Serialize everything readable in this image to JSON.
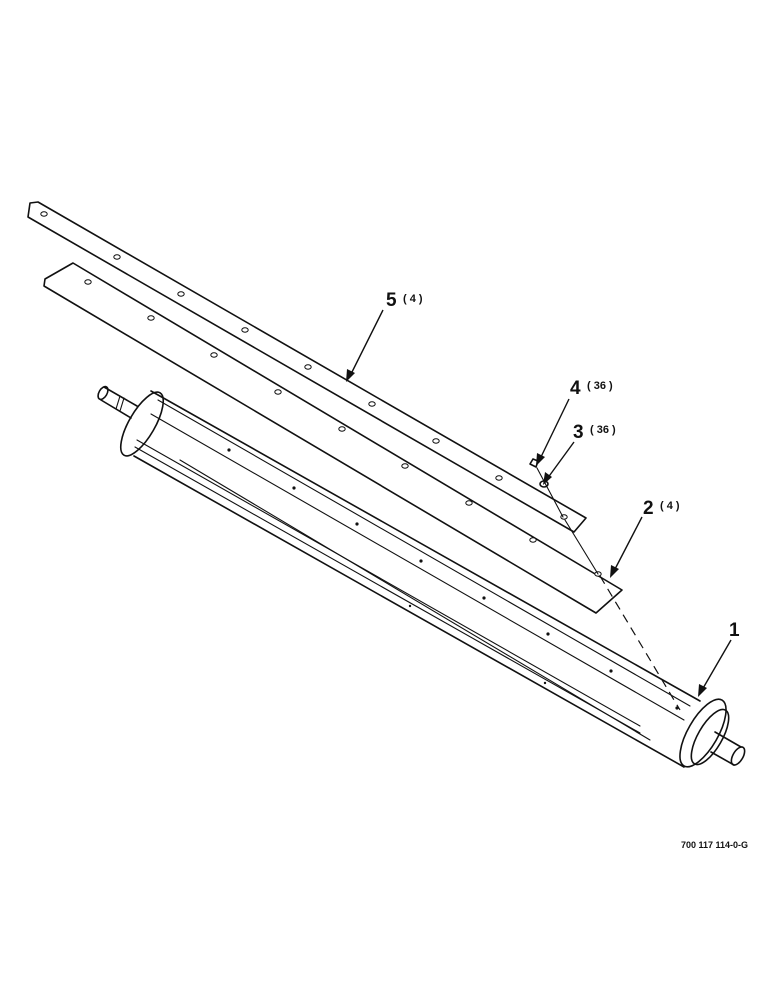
{
  "callouts": [
    {
      "id": "1",
      "number": "1",
      "quantity": ""
    },
    {
      "id": "2",
      "number": "2",
      "quantity": "( 4 )"
    },
    {
      "id": "3",
      "number": "3",
      "quantity": "( 36 )"
    },
    {
      "id": "4",
      "number": "4",
      "quantity": "( 36 )"
    },
    {
      "id": "5",
      "number": "5",
      "quantity": "( 4 )"
    }
  ],
  "drawing_number": "700 117 114-0-G"
}
